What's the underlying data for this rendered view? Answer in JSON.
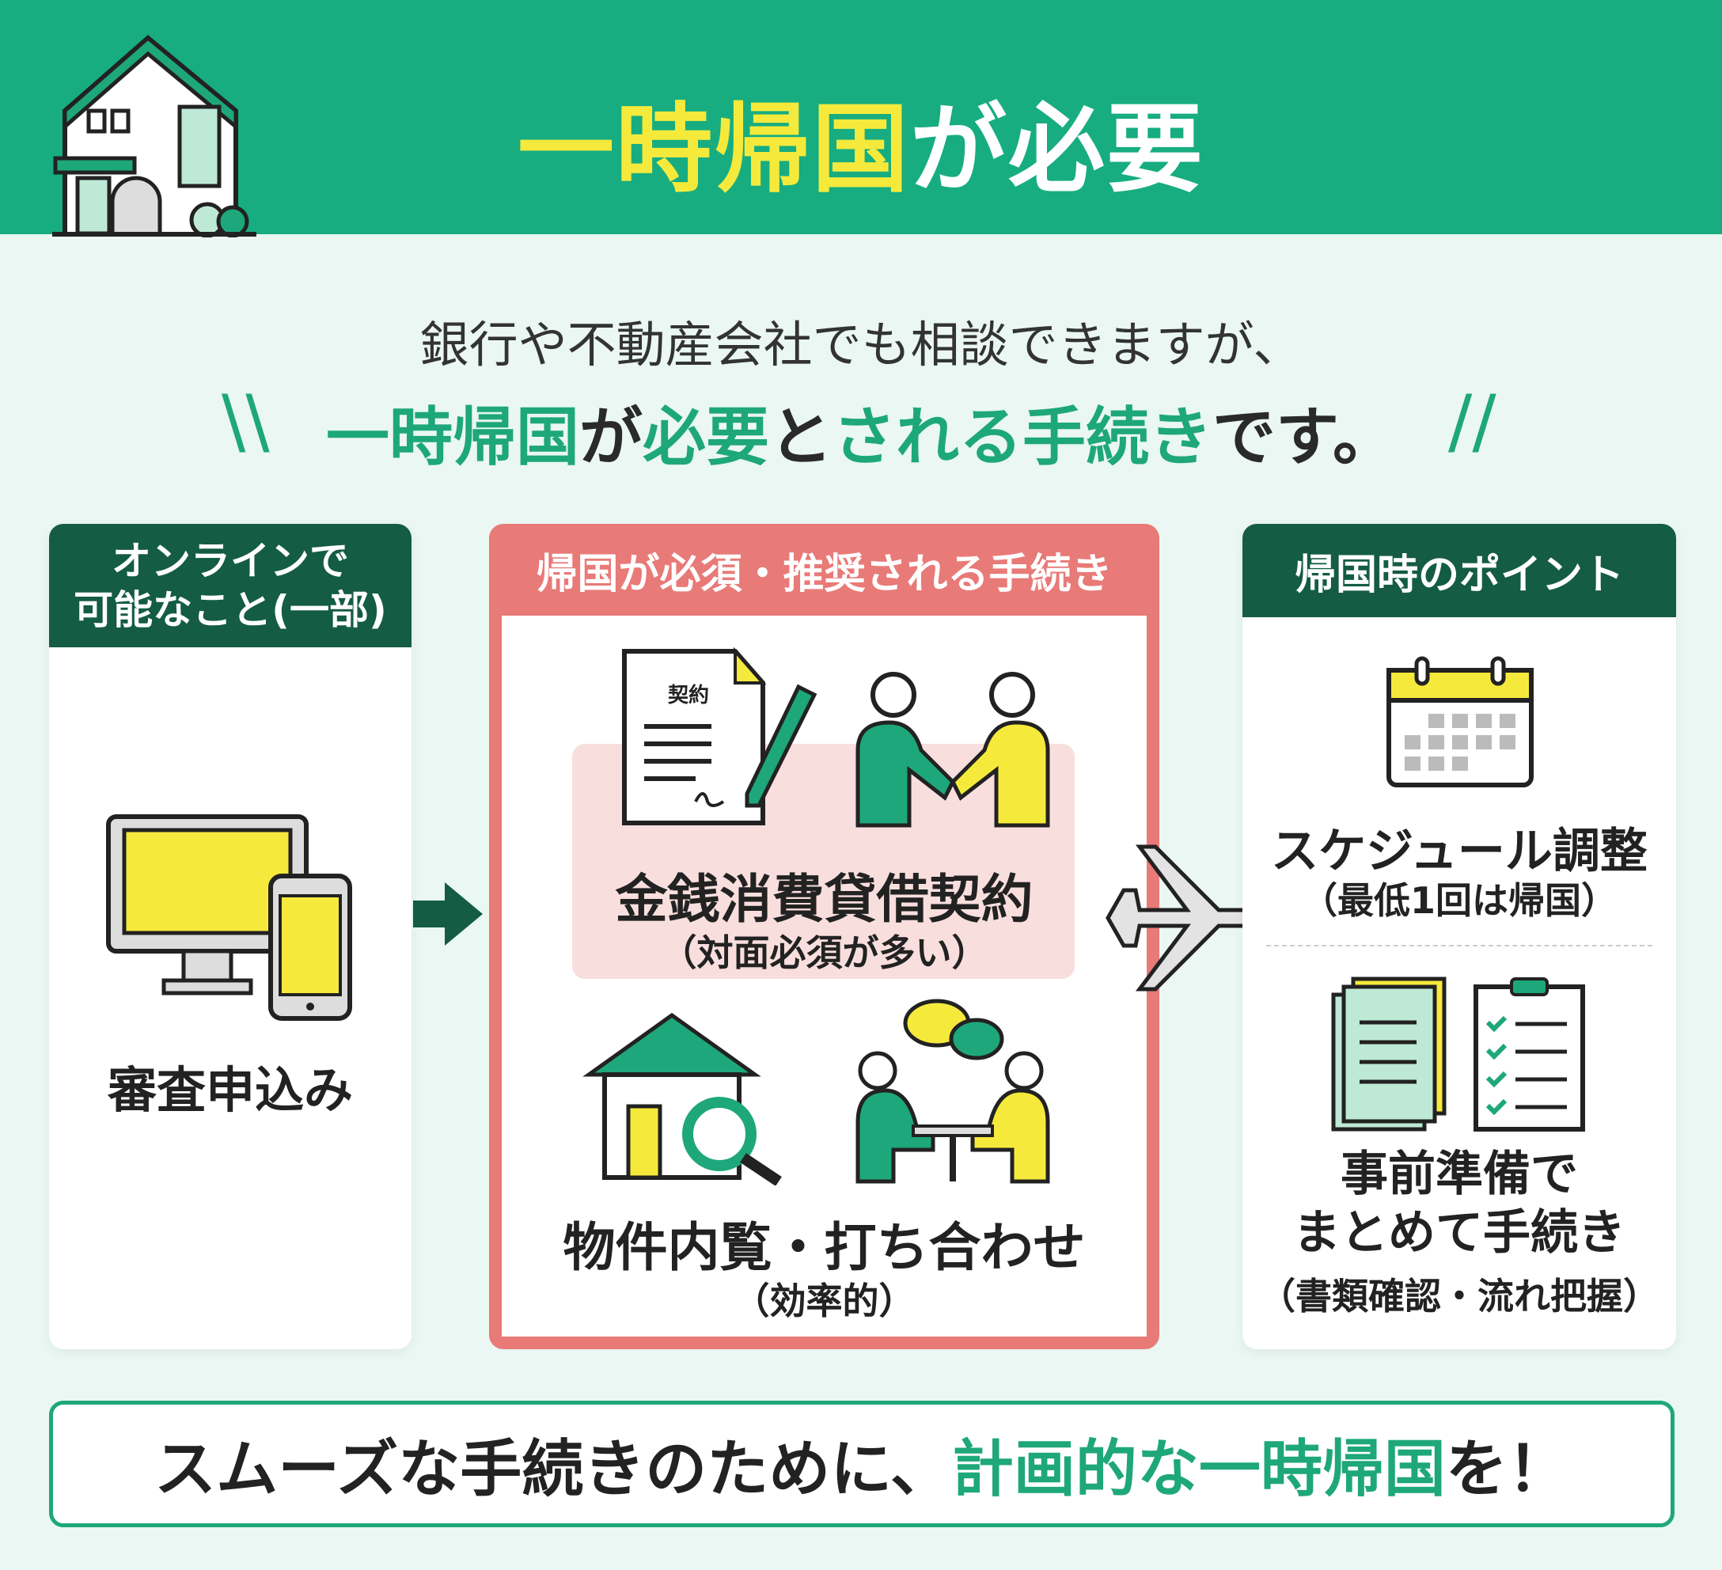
{
  "header": {
    "title_highlight": "一時帰国",
    "title_rest": "が必要"
  },
  "intro": {
    "line1": "銀行や不動産会社でも相談できますが、",
    "line2_parts": [
      "一時帰国",
      "が",
      "必要",
      "と",
      "される手続き",
      "です。"
    ],
    "deco_left": "\\\\",
    "deco_right": "//"
  },
  "left_card": {
    "title_line1": "オンラインで",
    "title_line2": "可能なこと(一部)",
    "item": "審査申込み"
  },
  "middle_card": {
    "title": "帰国が必須・推奨される手続き",
    "doc_label": "契約",
    "item1": "金銭消費貸借契約",
    "item1_note": "（対面必須が多い）",
    "item2": "物件内覧・打ち合わせ",
    "item2_note": "（効率的）"
  },
  "right_card": {
    "title": "帰国時のポイント",
    "item1": "スケジュール調整",
    "item1_note": "（最低1回は帰国）",
    "item2_line1": "事前準備で",
    "item2_line2": "まとめて手続き",
    "item2_note": "（書類確認・流れ把握）"
  },
  "bottom": {
    "text_black": "スムーズな手続きのために、",
    "text_green": "計画的な一時帰国",
    "text_end": "を！"
  },
  "colors": {
    "green": "#17ad80",
    "dark_green": "#145c44",
    "yellow": "#f5ea3c",
    "pink": "#e87a78"
  }
}
